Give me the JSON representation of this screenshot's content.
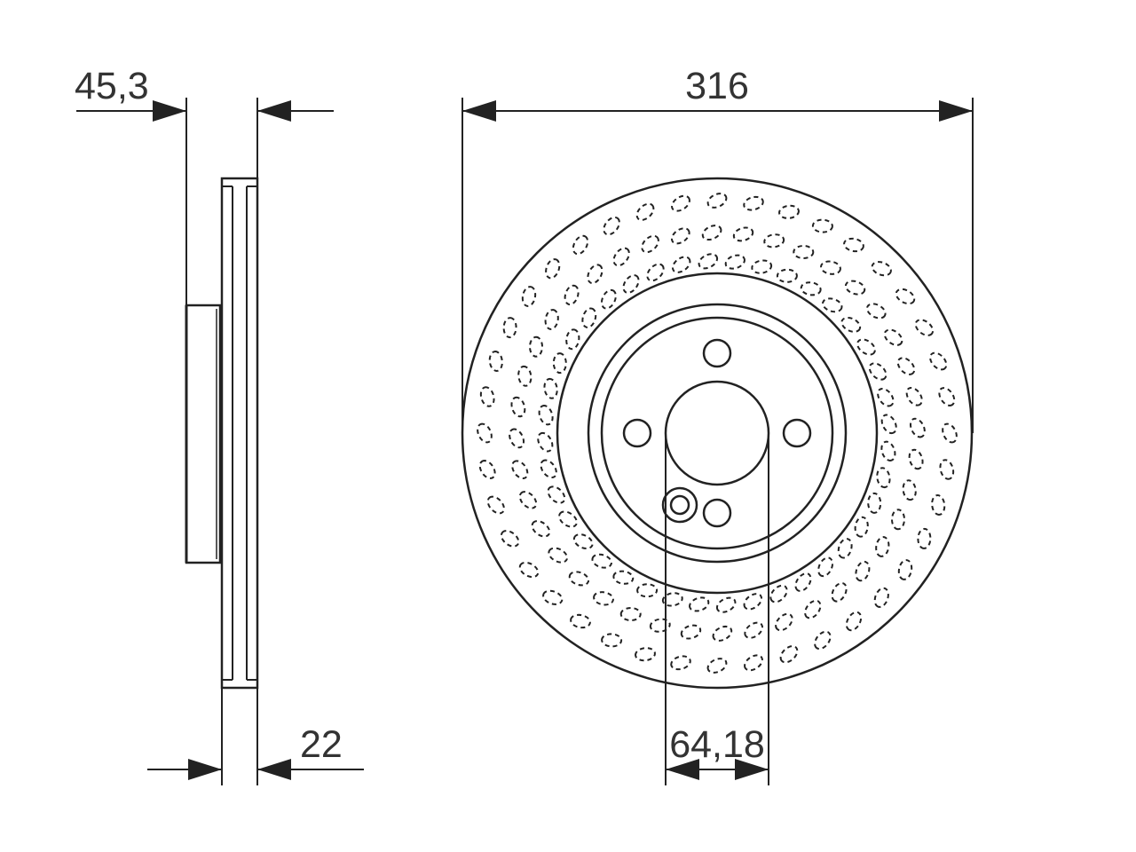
{
  "dimensions": {
    "hat_height": "45,3",
    "disc_thickness": "22",
    "outer_diameter": "316",
    "center_bore": "64,18"
  },
  "holes": {
    "bolt_hole_count": 4,
    "drill_rings": [
      {
        "count": 40,
        "phase_deg": 0
      },
      {
        "count": 40,
        "phase_deg": 4.5
      },
      {
        "count": 40,
        "phase_deg": 0
      }
    ]
  },
  "colors": {
    "line": "#222222",
    "text": "#333333",
    "background": "#ffffff"
  }
}
